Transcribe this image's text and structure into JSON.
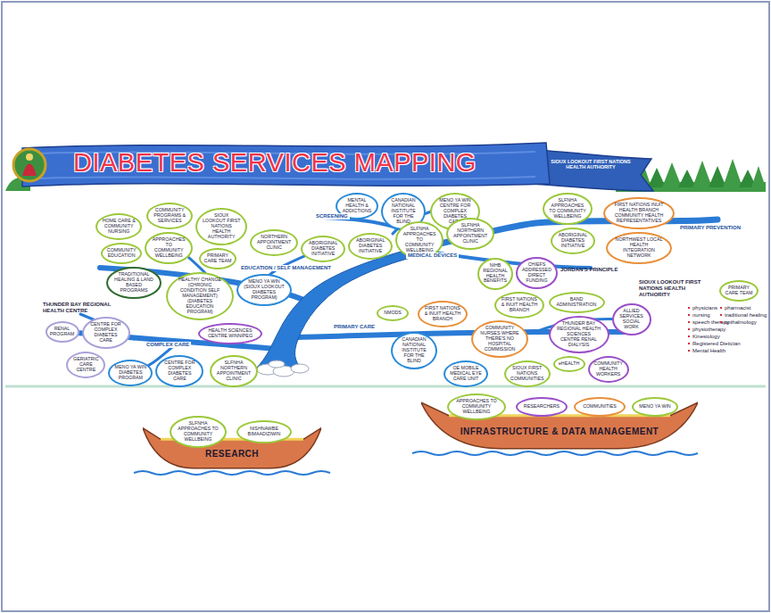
{
  "diagram": {
    "title": "DIABETES SERVICES MAPPING",
    "nodes": [
      {
        "text": [
          "HOME CARE & COMMUNITY NURSING"
        ]
      },
      {
        "text": [
          "COMMUNITY PROGRAMS & SERVICES"
        ]
      },
      {
        "text": [
          "COMMUNITY EDUCATION"
        ]
      },
      {
        "text": [
          "APPROACHES TO COMMUNITY WELLBEING"
        ]
      },
      {
        "text": [
          "SIOUX LOOKOUT FIRST NATIONS HEALTH AUTHORITY"
        ]
      },
      {
        "text": [
          "NORTHERN APPOINTMENT CLINIC"
        ]
      },
      {
        "text": [
          "PRIMARY CARE TEAM"
        ]
      },
      {
        "text": [
          "ABORIGINAL DIABETES INITIATIVE"
        ]
      },
      {
        "text": [
          "TRADITIONAL HEALING & LAND BASED PROGRAMS"
        ]
      },
      {
        "text": [
          "HEALTHY CHANGE (CHRONIC CONDITION SELF MANAGEMENT) (DIABETES EDUCATION PROGRAM)"
        ]
      },
      {
        "text": [
          "MENO YA WIN (SIOUX LOOKOUT DIABETES PROGRAM)"
        ]
      },
      {
        "text": [
          "HEALTH SCIENCES CENTRE WINNIPEG"
        ]
      },
      {
        "text": [
          "RENAL PROGRAM"
        ]
      },
      {
        "text": [
          "CENTRE FOR COMPLEX DIABETES CARE"
        ]
      },
      {
        "text": [
          "GERIATRIC CARE CENTRE"
        ]
      },
      {
        "text": [
          "MENO YA WIN DIABETES PROGRAM"
        ]
      },
      {
        "text": [
          "CENTRE FOR COMPLEX DIABETES CARE"
        ]
      },
      {
        "text": [
          "SLFNHA NORTHERN APPOINTMENT CLINIC"
        ]
      },
      {
        "text": [
          "MENTAL HEALTH & ADDICTIONS"
        ]
      },
      {
        "text": [
          "CANADIAN NATIONAL INSTITUTE FOR THE BLIND"
        ]
      },
      {
        "text": [
          "MENO YA WIN CENTRE FOR COMPLEX DIABETES CARE"
        ]
      },
      {
        "text": [
          "ABORIGINAL DIABETES INITIATIVE"
        ]
      },
      {
        "text": [
          "SLFNHA APPROACHES TO COMMUNITY WELLBEING"
        ]
      },
      {
        "text": [
          "SLFNHA NORTHERN APPOINTMENT CLINIC"
        ]
      },
      {
        "text": [
          "SLFNHA APPROACHES TO COMMUNITY WELLBEING"
        ]
      },
      {
        "text": [
          "FIRST NATIONS INUIT HEALTH BRANCH COMMUNITY HEALTH REPRESENTATIVES"
        ]
      },
      {
        "text": [
          "ABORIGINAL DIABETES INITIATIVE"
        ]
      },
      {
        "text": [
          "NORTHWEST LOCAL HEALTH INTEGRATION NETWORK"
        ]
      },
      {
        "text": [
          "NIHB REGIONAL HEALTH BENEFITS"
        ]
      },
      {
        "text": [
          "CHIEFS ADDRESSED DIRECT FUNDING"
        ]
      },
      {
        "text": [
          "FIRST NATIONS & INUIT HEALTH BRANCH"
        ]
      },
      {
        "text": [
          "BAND ADMINISTRATION"
        ]
      },
      {
        "text": [
          "NMODS"
        ]
      },
      {
        "text": [
          "FIRST NATIONS & INUIT HEALTH BRANCH"
        ]
      },
      {
        "text": [
          "COMMUNITY NURSES WHERE THERE'S NO HOSPITAL COMMISSION"
        ]
      },
      {
        "text": [
          "CANADIAN NATIONAL INSTITUTE FOR THE BLIND"
        ]
      },
      {
        "text": [
          "OE MOBILE MEDICAL EYE CARE UNIT"
        ]
      },
      {
        "text": [
          "SIOUX FIRST NATIONS COMMUNITIES"
        ]
      },
      {
        "text": [
          "eHEALTH"
        ]
      },
      {
        "text": [
          "THUNDER BAY REGIONAL HEALTH SCIENCES CENTRE RENAL DIALYSIS"
        ]
      },
      {
        "text": [
          "ALLIED SERVICES SOCIAL WORK"
        ]
      },
      {
        "text": [
          "COMMUNITY HEALTH WORKERS"
        ]
      },
      {
        "text": [
          "PRIMARY CARE TEAM"
        ]
      },
      {
        "text": [
          "RESEARCH"
        ]
      },
      {
        "text": [
          "SLFNHA APPROACHES TO COMMUNITY WELLBEING"
        ],
        "in": 43
      },
      {
        "text": [
          "NISHNAWBE BIMAADIZIWIN"
        ],
        "in": 43
      },
      {
        "text": [
          "INFRASTRUCTURE & DATA MANAGEMENT"
        ]
      },
      {
        "text": [
          "APPROACHES TO COMMUNITY WELLBEING"
        ],
        "in": 46
      },
      {
        "text": [
          "RESEARCHERS"
        ],
        "in": 46
      },
      {
        "text": [
          "COMMUNITIES"
        ],
        "in": 46
      },
      {
        "text": [
          "MENO YA WIN"
        ],
        "in": 46
      }
    ],
    "labels": [
      "SIOUX LOOKOUT FIRST NATIONS HEALTH AUTHORITY",
      "SCREENING",
      "PRIMARY PREVENTION",
      "MEDICAL DEVICES",
      "JORDAN'S PRINCIPLE",
      "EDUCATION / SELF MANAGEMENT",
      "PRIMARY CARE",
      "COMPLEX CARE",
      "THUNDER BAY REGIONAL HEALTH CENTRE",
      "SIOUX LOOKOUT FIRST NATIONS HEALTH AUTHORITY",
      "physicians",
      "nursing",
      "speech therapy",
      "physiotherapy",
      "Kinesiology",
      "Registered Dietician",
      "Mental Health",
      "pharmacist",
      "traditional healing",
      "opthalmology"
    ]
  }
}
